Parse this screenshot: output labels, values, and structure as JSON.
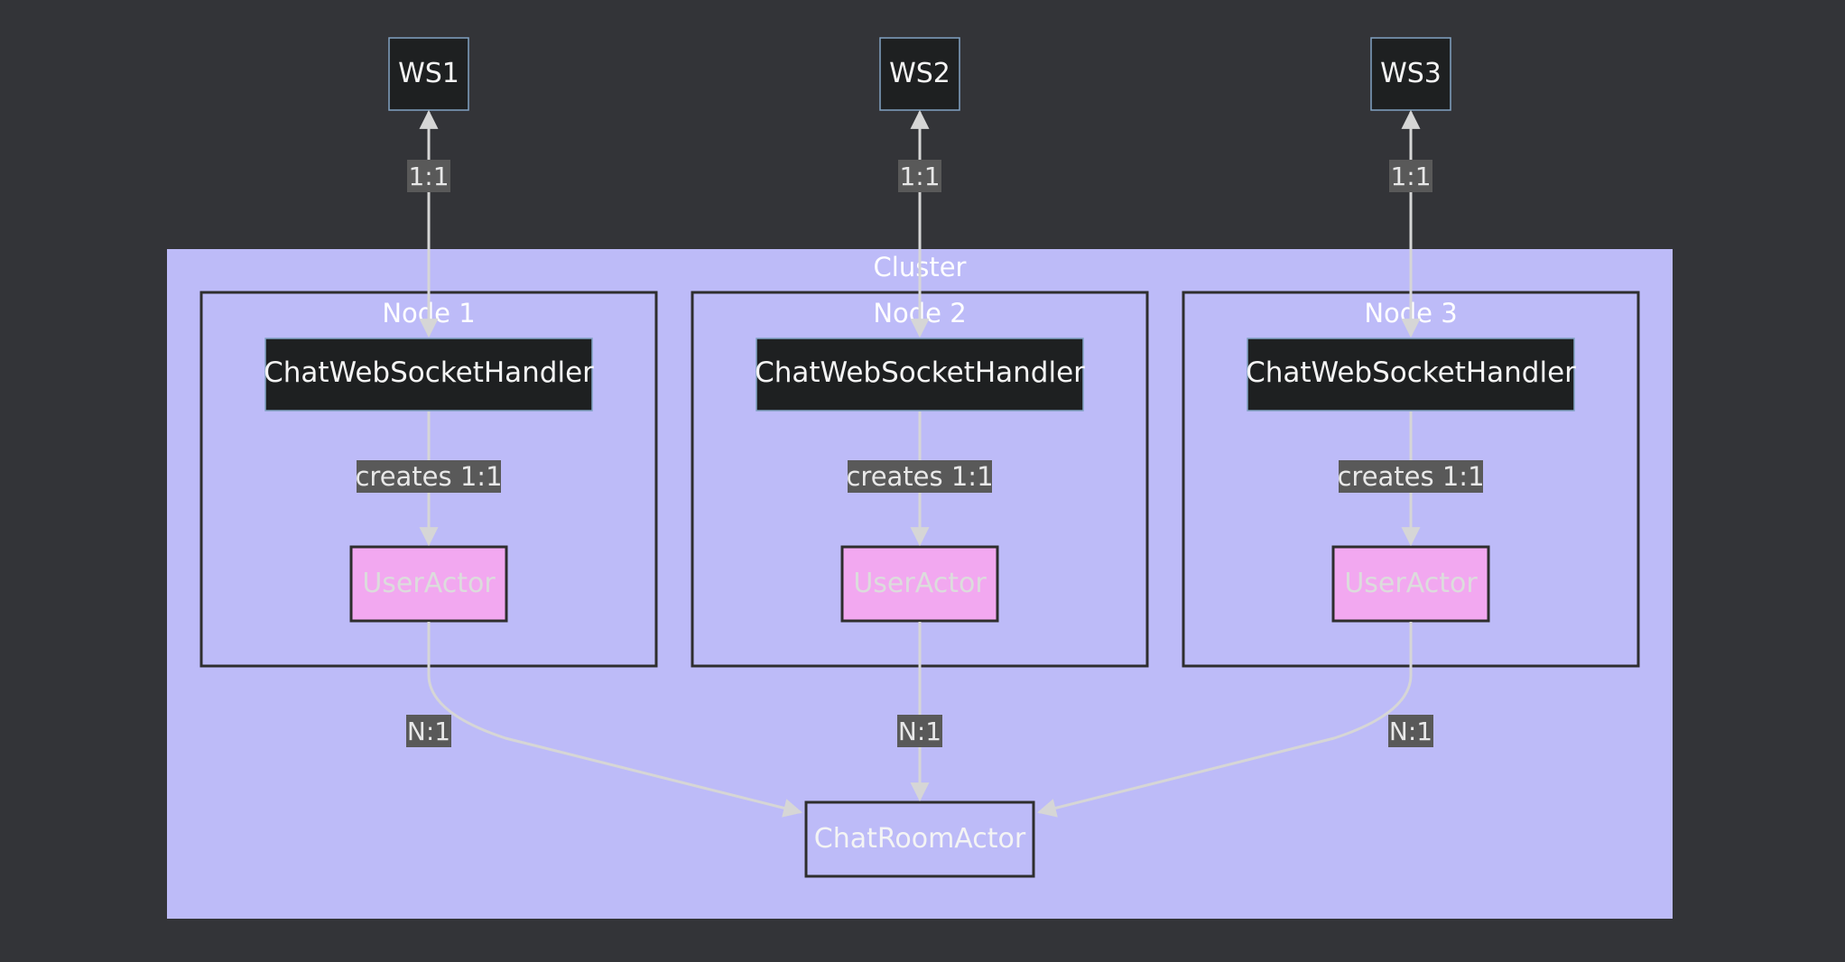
{
  "colors": {
    "background": "#333438",
    "cluster_fill": "#bdbbf8",
    "node_box_stroke": "#2e2e2e",
    "handler_fill": "#1e2021",
    "ws_fill": "#1e2021",
    "ws_stroke": "#81a2c2",
    "user_actor_fill": "#f2a8f0",
    "user_actor_text": "#dcdcdc",
    "edge": "#d6d6d6",
    "edge_label_bg": "#595959",
    "edge_label_text": "#e8e8e8",
    "light_text": "#f4f4f4"
  },
  "cluster": {
    "label": "Cluster"
  },
  "websockets": [
    {
      "label": "WS1"
    },
    {
      "label": "WS2"
    },
    {
      "label": "WS3"
    }
  ],
  "nodes": [
    {
      "label": "Node 1",
      "handler": "ChatWebSocketHandler",
      "actor": "UserActor"
    },
    {
      "label": "Node 2",
      "handler": "ChatWebSocketHandler",
      "actor": "UserActor"
    },
    {
      "label": "Node 3",
      "handler": "ChatWebSocketHandler",
      "actor": "UserActor"
    }
  ],
  "edges": {
    "ws_to_handler": "1:1",
    "handler_to_actor": "creates 1:1",
    "actor_to_room": "N:1"
  },
  "chat_room": {
    "label": "ChatRoomActor"
  }
}
